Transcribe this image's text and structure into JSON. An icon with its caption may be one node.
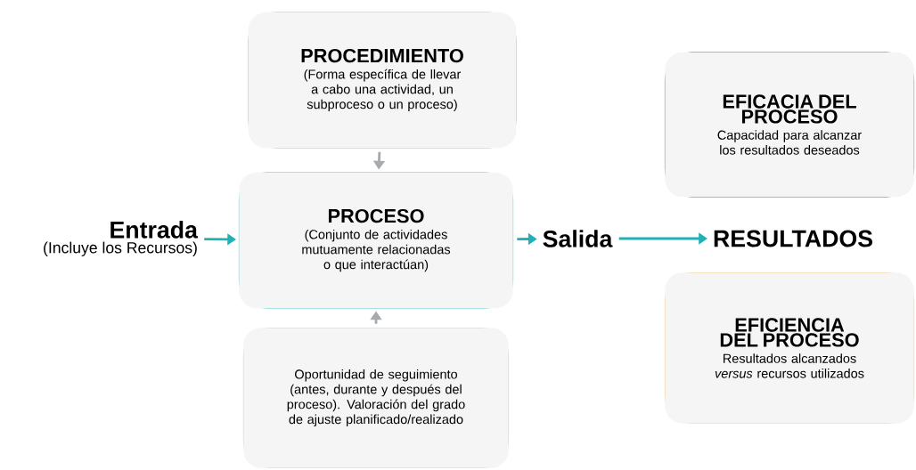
{
  "diagram": {
    "nodes": [
      {
        "text": [
          "Entrada",
          "(Incluye los Recursos)"
        ]
      },
      {
        "text": [
          "PROCEDIMIENTO",
          "(Forma específica de llevar a cabo una actividad, un subproceso o un proceso)"
        ]
      },
      {
        "text": [
          "PROCESO",
          "(Conjunto de actividades mutuamente relacionadas o que interactúan)"
        ]
      },
      {
        "text": [
          "Oportunidad de seguimiento (antes, durante y después del proceso). Valoración del grado de ajuste planificado/realizado"
        ]
      },
      {
        "text": [
          "Salida"
        ]
      },
      {
        "text": [
          "RESULTADOS"
        ]
      },
      {
        "text": [
          "EFICACIA DEL PROCESO",
          "Capacidad para alcanzar los resultados deseados"
        ]
      },
      {
        "text": [
          "EFICIENCIA DEL PROCESO",
          "Resultados alcanzados *versus* recursos utilizados"
        ]
      }
    ],
    "edges": [
      {
        "from": 0,
        "to": 2,
        "arrow": "to"
      },
      {
        "from": 1,
        "to": 2,
        "arrow": "to",
        "color": "#a7abae"
      },
      {
        "from": 3,
        "to": 2,
        "arrow": "to",
        "color": "#a7abae"
      },
      {
        "from": 2,
        "to": 4,
        "arrow": "to"
      },
      {
        "from": 4,
        "to": 5,
        "arrow": "to"
      }
    ]
  }
}
